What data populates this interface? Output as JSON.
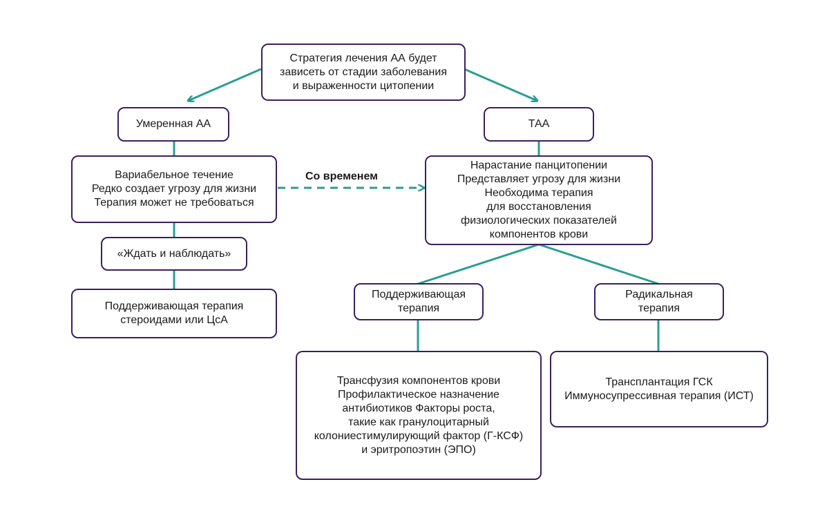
{
  "colors": {
    "box_border": "#3b1f5c",
    "connector": "#2a9d92"
  },
  "boxes": {
    "root": "Стратегия лечения АА будет\nзависеть от стадии заболевания\nи выраженности цитопении",
    "moderate_aa": "Умеренная АА",
    "severe_aa": "ТАА",
    "moderate_desc": "Вариабельное течение\nРедко создает угрозу для жизни\nТерапия может не требоваться",
    "severe_desc": "Нарастание панцитопении\nПредставляет угрозу для жизни\nНеобходима терапия\nдля восстановления\nфизиологических показателей\nкомпонентов крови",
    "watch_wait": "«Ждать и наблюдать»",
    "steroid_support": "Поддерживающая терапия\nстероидами или ЦсА",
    "supportive": "Поддерживающая\nтерапия",
    "radical": "Радикальная\nтерапия",
    "supportive_detail": "Трансфузия компонентов крови\nПрофилактическое назначение\nантибиотиков Факторы роста,\nтакие как гранулоцитарный\nколониестимулирующий фактор (Г-КСФ)\nи эритропоэтин (ЭПО)",
    "radical_detail": "Трансплантация ГСК\nИммуносупрессивная терапия (ИСТ)"
  },
  "over_time_label": "Со временем"
}
